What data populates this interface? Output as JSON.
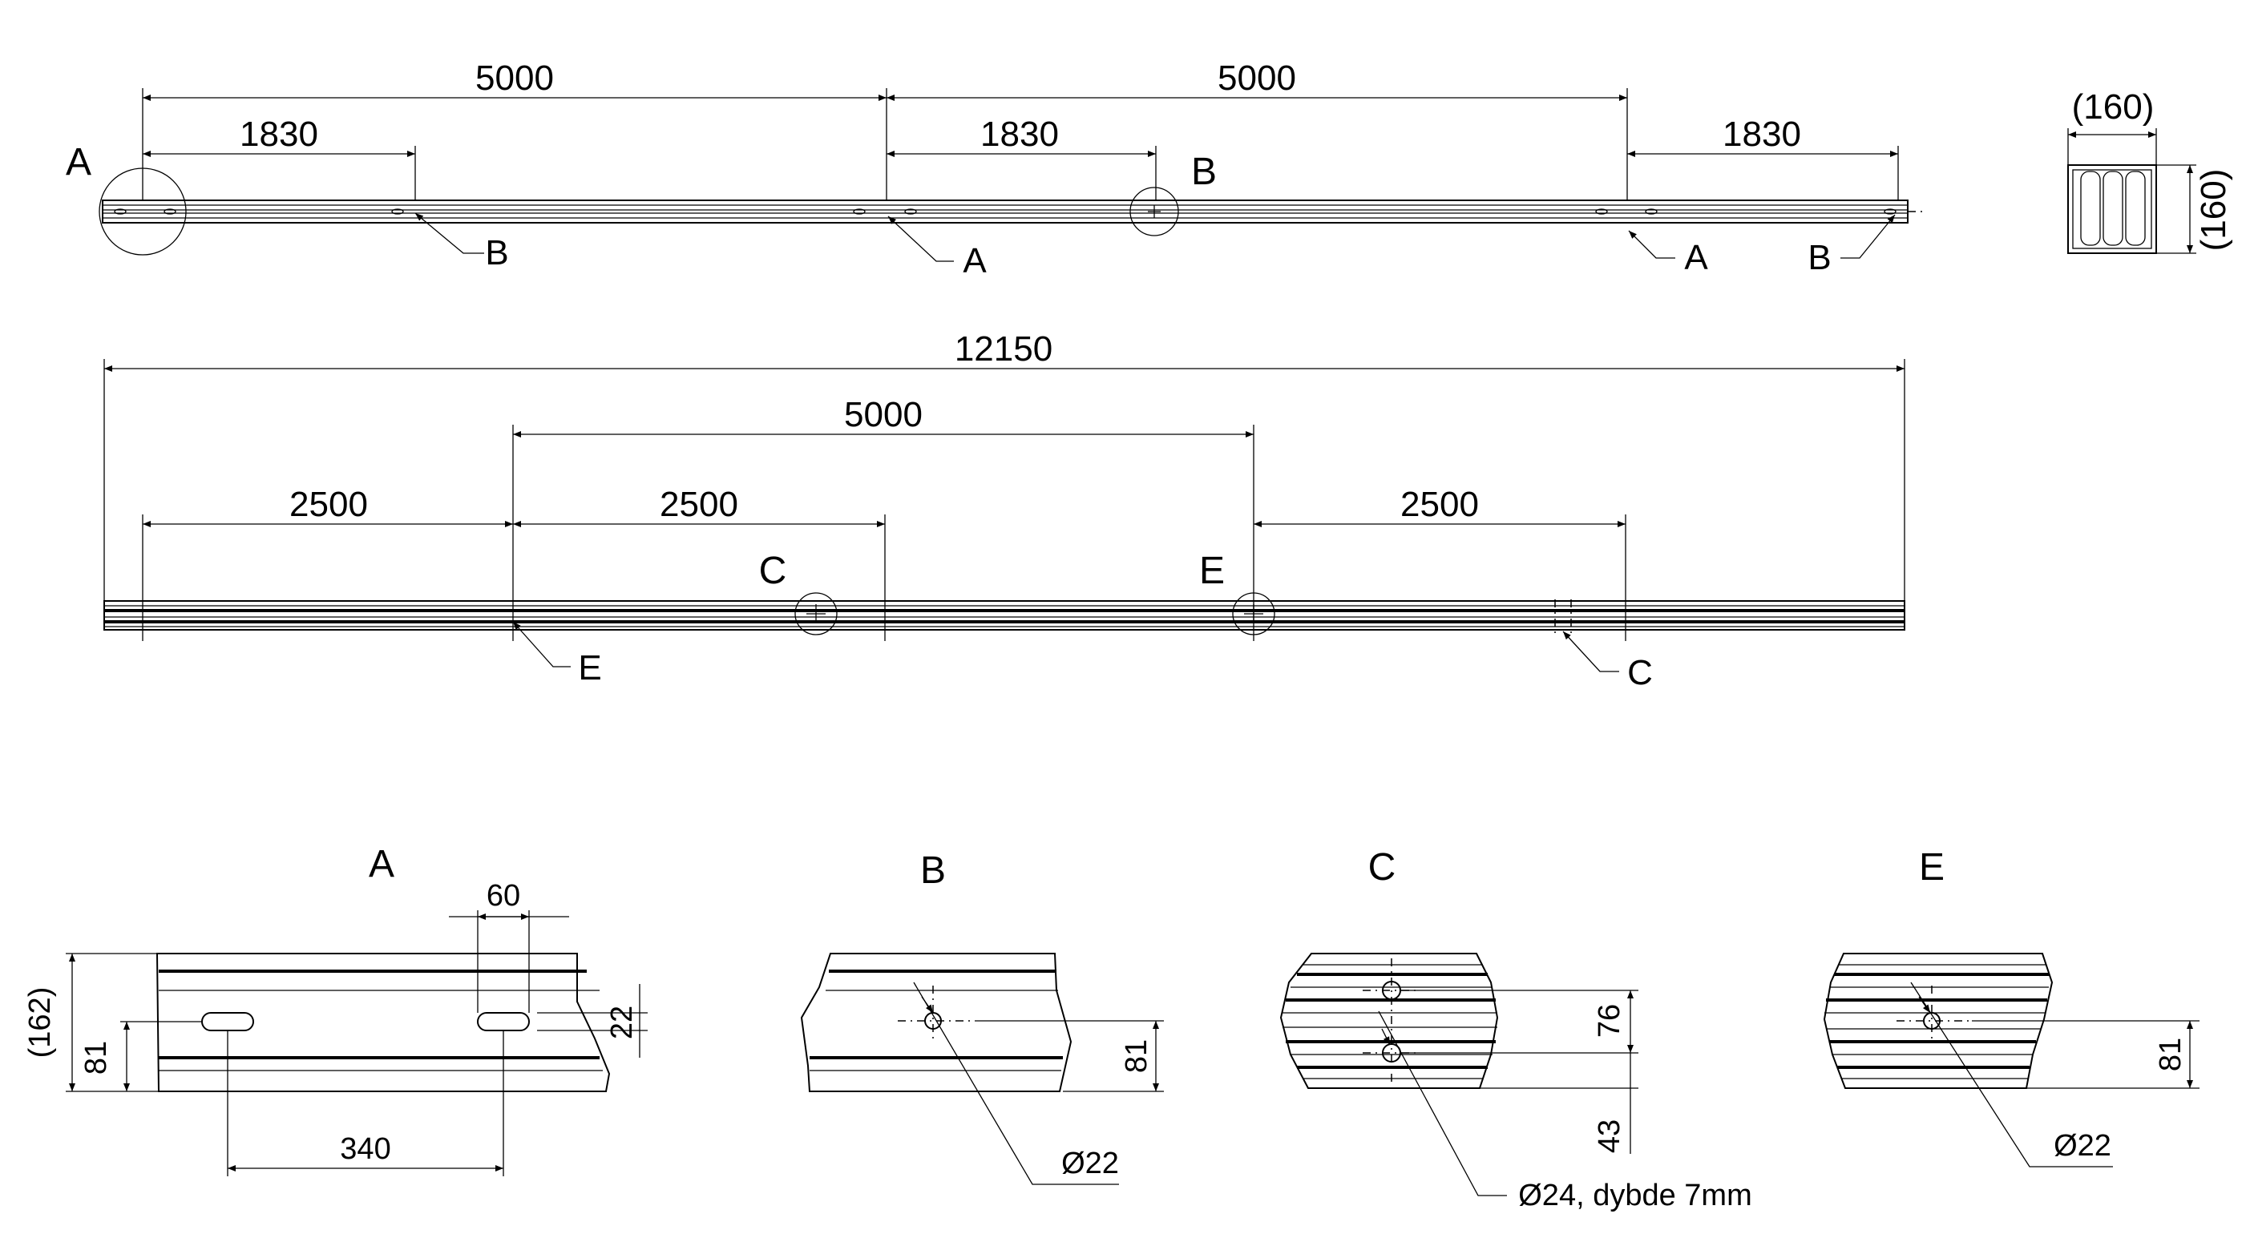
{
  "top_view": {
    "dims": {
      "span1": "5000",
      "span2": "5000",
      "sub1": "1830",
      "sub2": "1830",
      "sub3": "1830"
    },
    "labels": {
      "circle_a": "A",
      "circle_b": "B",
      "leader_b1": "B",
      "leader_a1": "A",
      "leader_a2": "A",
      "leader_b2": "B"
    }
  },
  "section": {
    "width": "(160)",
    "height": "(160)"
  },
  "side_view": {
    "dims": {
      "overall": "12150",
      "middle": "5000",
      "left": "2500",
      "center": "2500",
      "right": "2500"
    },
    "labels": {
      "circle_c": "C",
      "circle_e": "E",
      "leader_e": "E",
      "leader_c": "C"
    }
  },
  "details": {
    "a": {
      "title": "A",
      "slot_spacing": "60",
      "slot_height": "22",
      "height": "(162)",
      "center": "81",
      "pitch": "340"
    },
    "b": {
      "title": "B",
      "center": "81",
      "hole": "Ø22"
    },
    "c": {
      "title": "C",
      "spacing": "76",
      "offset": "43",
      "hole": "Ø24, dybde 7mm"
    },
    "e": {
      "title": "E",
      "center": "81",
      "hole": "Ø22"
    }
  }
}
